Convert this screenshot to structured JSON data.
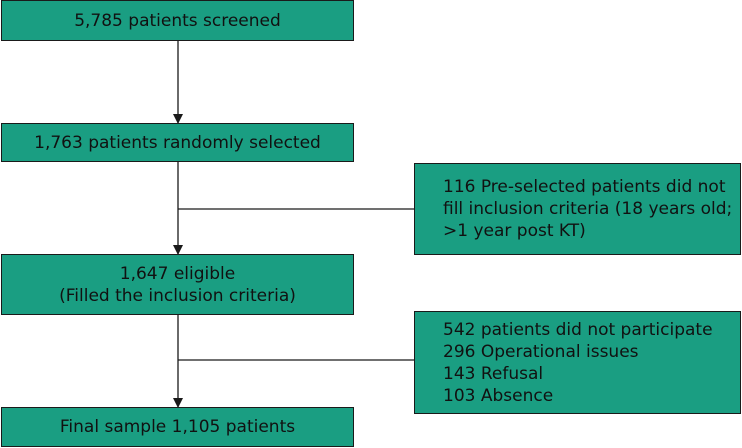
{
  "flowchart": {
    "screened": {
      "text": "5,785 patients screened"
    },
    "selected": {
      "text": "1,763 patients randomly selected"
    },
    "excluded": {
      "lines": [
        "116 Pre-selected patients did not",
        "fill inclusion criteria (18 years old;",
        ">1 year post KT)"
      ]
    },
    "eligible": {
      "lines": [
        "1,647 eligible",
        "(Filled the inclusion criteria)"
      ]
    },
    "not_participating": {
      "lines": [
        "542 patients did not participate",
        "296 Operational issues",
        "143 Refusal",
        "103 Absence"
      ]
    },
    "final": {
      "text": "Final sample 1,105 patients"
    }
  },
  "colors": {
    "box_fill": "#1a9e82",
    "box_border": "#1a1a1a",
    "connector": "#1a1a1a"
  }
}
